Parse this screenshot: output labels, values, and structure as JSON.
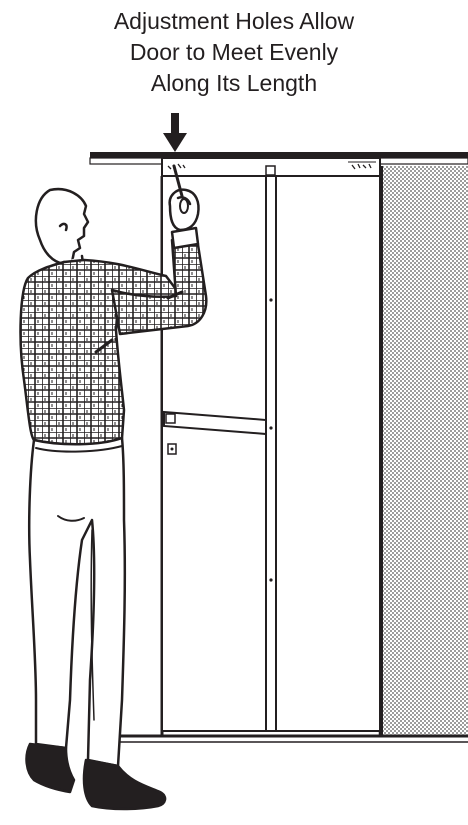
{
  "caption": {
    "lines": [
      "Adjustment Holes Allow",
      "Door to Meet Evenly",
      "Along Its Length"
    ]
  },
  "colors": {
    "ink": "#231f20",
    "background": "#ffffff",
    "wall_stipple": "#6b6b6b"
  },
  "icons": {
    "pointer": "down-arrow-icon"
  }
}
